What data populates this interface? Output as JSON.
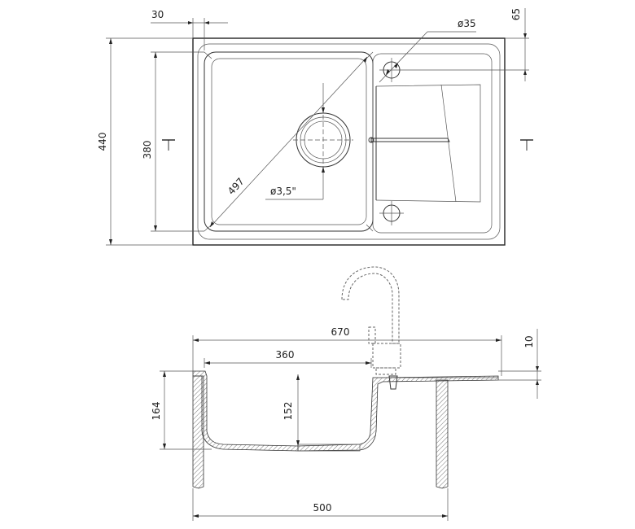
{
  "dimensions": {
    "top_left_offset": "30",
    "drain_hole_diameter": "ø35",
    "top_right_offset": "65",
    "overall_height": "440",
    "bowl_height": "380",
    "bowl_diagonal": "497",
    "waste_diameter": "ø3,5\"",
    "overall_length": "670",
    "bowl_width": "360",
    "deck_thickness": "10",
    "overall_depth": "164",
    "bowl_depth": "152",
    "cabinet_width": "500"
  }
}
